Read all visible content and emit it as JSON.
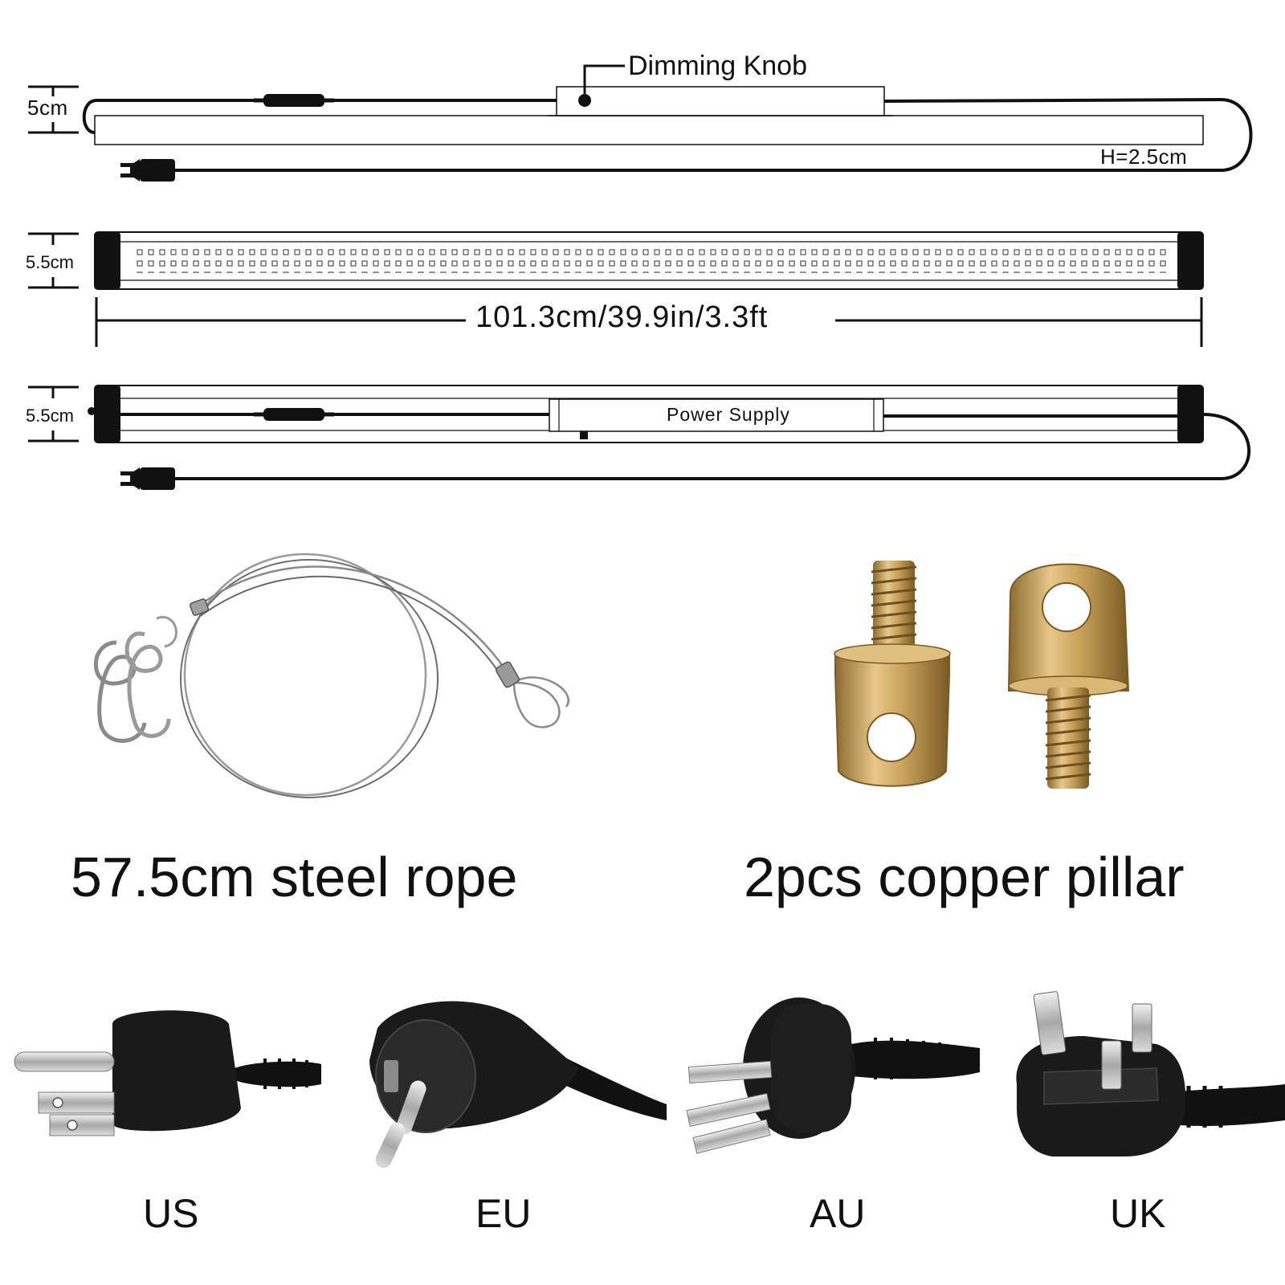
{
  "top_view": {
    "height_label": "5cm",
    "knob_label": "Dimming Knob",
    "thickness_label": "H=2.5cm"
  },
  "front_view": {
    "height_label": "5.5cm",
    "length_label": "101.3cm/39.9in/3.3ft"
  },
  "back_view": {
    "height_label": "5.5cm",
    "power_label": "Power Supply"
  },
  "accessories": {
    "rope_caption": "57.5cm steel rope",
    "pillar_caption": "2pcs copper pillar"
  },
  "plugs": [
    {
      "label": "US",
      "icon": "us-plug-icon"
    },
    {
      "label": "EU",
      "icon": "eu-plug-icon"
    },
    {
      "label": "AU",
      "icon": "au-plug-icon"
    },
    {
      "label": "UK",
      "icon": "uk-plug-icon"
    }
  ],
  "colors": {
    "line": "#111111",
    "brass": "#c9a15a",
    "steel": "#8a8a8a",
    "plug": "#1a1a1a"
  }
}
